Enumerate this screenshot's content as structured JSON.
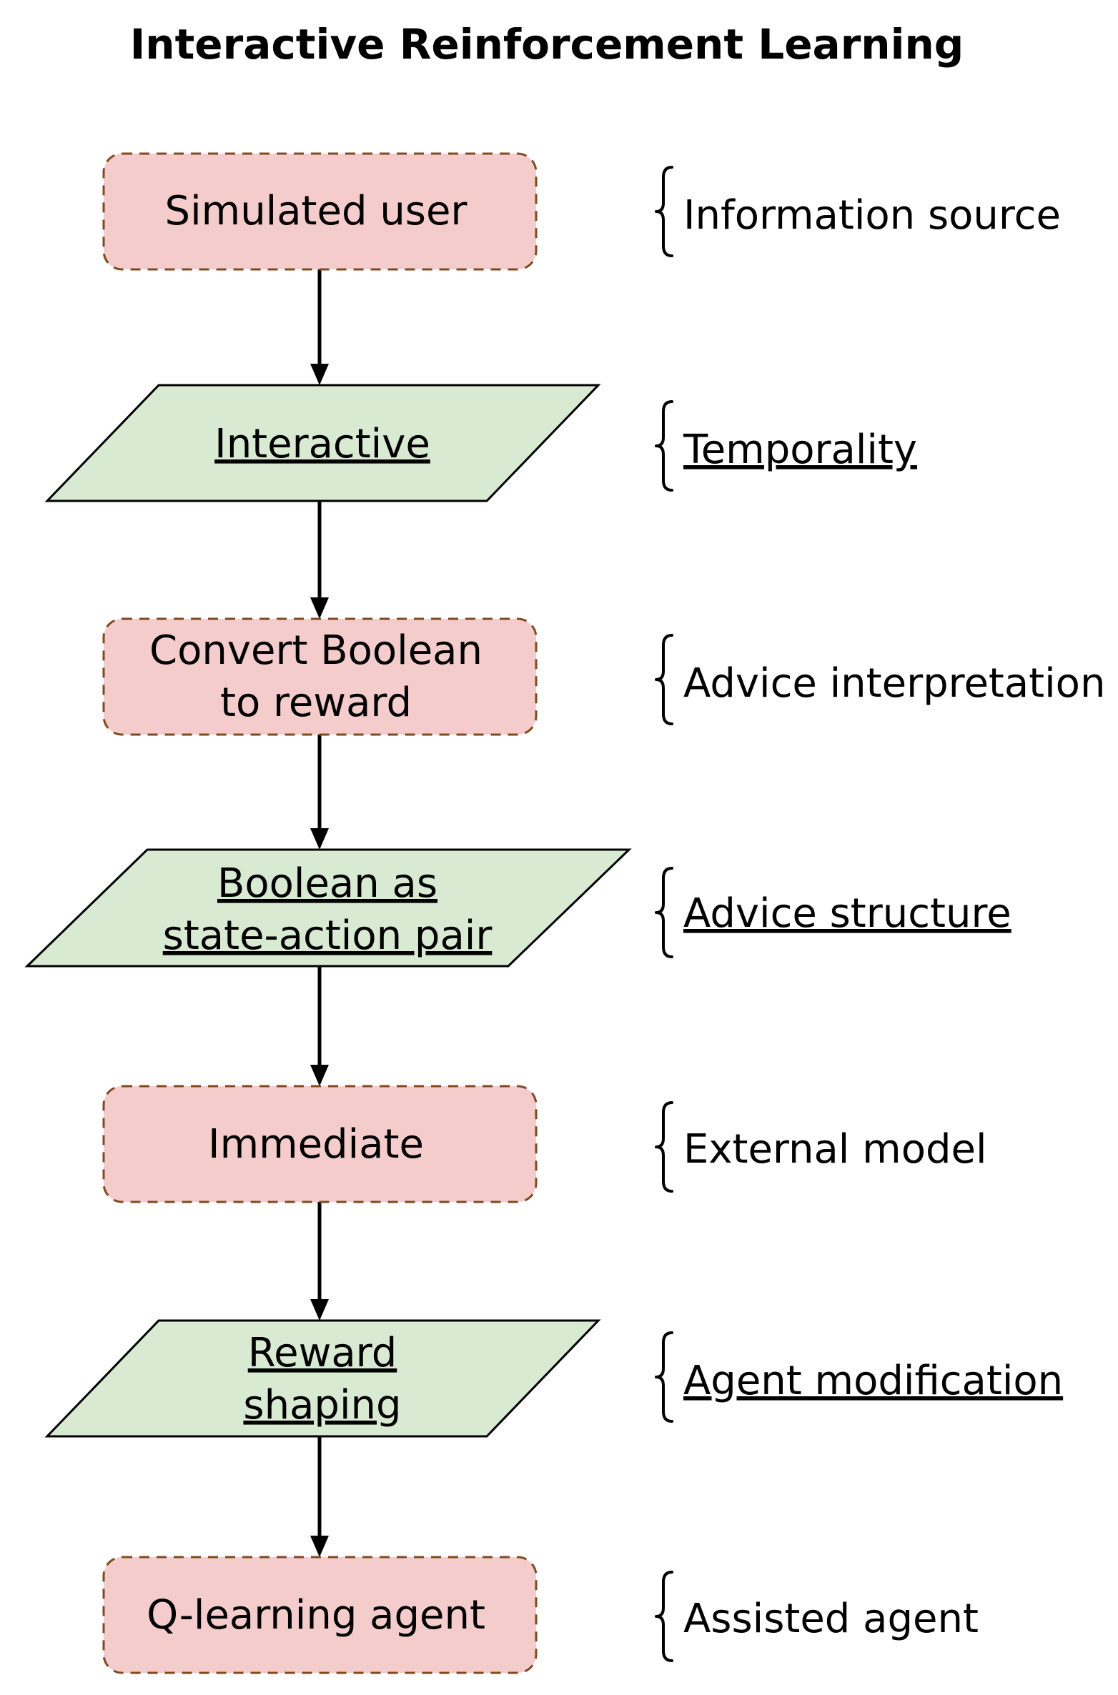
{
  "title": "Interactive Reinforcement Learning",
  "nodes": [
    {
      "lines": [
        "Simulated user"
      ],
      "shape": "dashed-rounded-box",
      "underlined": false
    },
    {
      "lines": [
        "Interactive"
      ],
      "shape": "parallelogram",
      "underlined": true
    },
    {
      "lines": [
        "Convert Boolean",
        "to reward"
      ],
      "shape": "dashed-rounded-box",
      "underlined": false
    },
    {
      "lines": [
        "Boolean as",
        "state-action pair"
      ],
      "shape": "parallelogram",
      "underlined": true
    },
    {
      "lines": [
        "Immediate"
      ],
      "shape": "dashed-rounded-box",
      "underlined": false
    },
    {
      "lines": [
        "Reward",
        "shaping"
      ],
      "shape": "parallelogram",
      "underlined": true
    },
    {
      "lines": [
        "Q-learning agent"
      ],
      "shape": "dashed-rounded-box",
      "underlined": false
    }
  ],
  "categories": [
    {
      "label": "Information source",
      "underlined": false
    },
    {
      "label": "Temporality",
      "underlined": true
    },
    {
      "label": "Advice interpretation",
      "underlined": false
    },
    {
      "label": "Advice structure",
      "underlined": true
    },
    {
      "label": "External model",
      "underlined": false
    },
    {
      "label": "Agent modification",
      "underlined": true
    },
    {
      "label": "Assisted agent",
      "underlined": false
    }
  ],
  "colors": {
    "box_fill": "#f4cccc",
    "box_border": "#7f4a1f",
    "parallelogram_fill": "#d9ead3",
    "parallelogram_border": "#000000",
    "arrow": "#000000"
  }
}
